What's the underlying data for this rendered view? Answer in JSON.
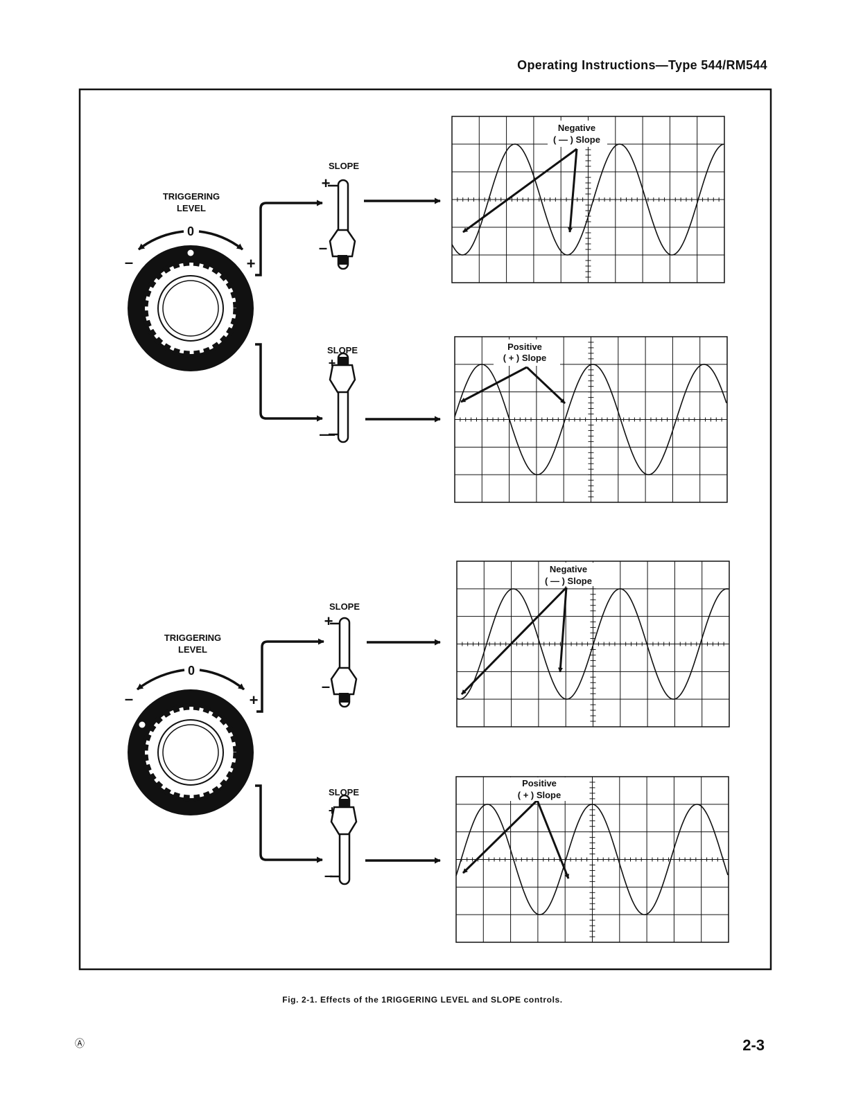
{
  "header": {
    "title": "Operating Instructions—Type 544/RM544"
  },
  "figure": {
    "caption": "Fig. 2-1. Effects of the 1RIGGERING LEVEL and SLOPE controls.",
    "panels": [
      {
        "knob": {
          "label_line1": "TRIGGERING",
          "label_line2": "LEVEL",
          "zero": "0",
          "minus": "–",
          "plus": "+"
        },
        "branches": [
          {
            "slope_label": "SLOPE",
            "plus": "+",
            "minus": "–",
            "setting": "minus",
            "scope": {
              "label_line1": "Negative",
              "label_line2": "( — )  Slope"
            }
          },
          {
            "slope_label": "SLOPE",
            "plus": "+",
            "minus": "—",
            "setting": "plus",
            "scope": {
              "label_line1": "Positive",
              "label_line2": "( + )  Slope"
            }
          }
        ]
      },
      {
        "knob": {
          "label_line1": "TRIGGERING",
          "label_line2": "LEVEL",
          "zero": "0",
          "minus": "–",
          "plus": "+"
        },
        "branches": [
          {
            "slope_label": "SLOPE",
            "plus": "+",
            "minus": "–",
            "setting": "minus",
            "scope": {
              "label_line1": "Negative",
              "label_line2": "( — )  Slope"
            }
          },
          {
            "slope_label": "SLOPE",
            "plus": "+",
            "minus": "–",
            "setting": "plus",
            "scope": {
              "label_line1": "Positive",
              "label_line2": "( + )  Slope"
            }
          }
        ]
      }
    ]
  },
  "footer": {
    "page_number": "2-3",
    "edition_mark": "Ⓐ"
  }
}
